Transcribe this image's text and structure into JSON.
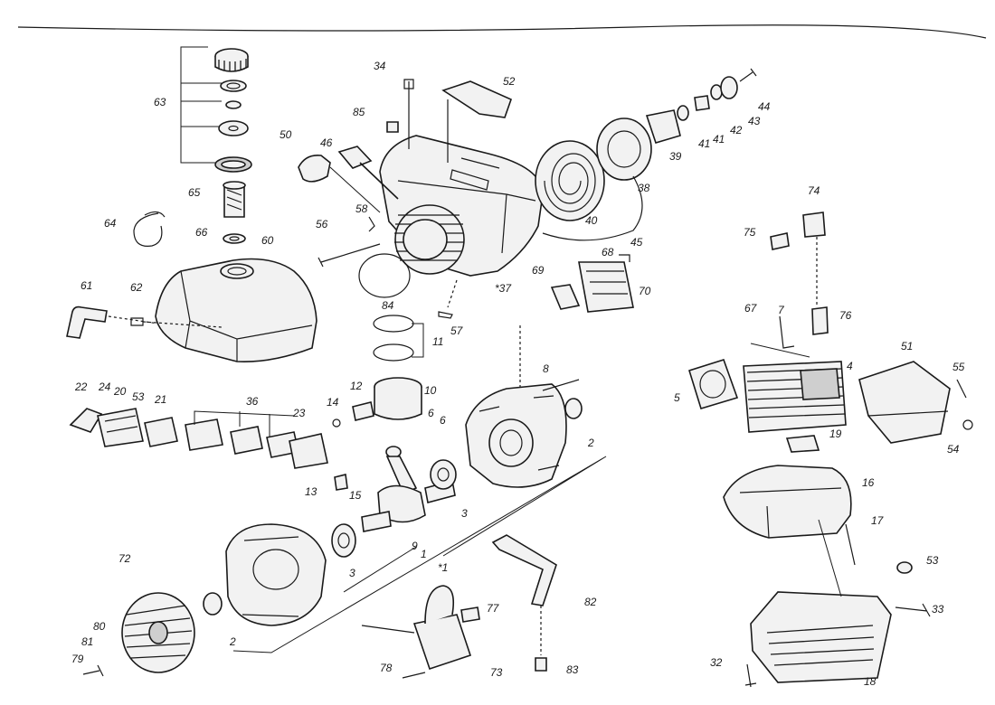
{
  "labels": [
    "1",
    "2",
    "2",
    "3",
    "3",
    "4",
    "5",
    "6",
    "7",
    "8",
    "9",
    "10",
    "11",
    "12",
    "13",
    "14",
    "15",
    "16",
    "17",
    "18",
    "19",
    "20",
    "21",
    "22",
    "23",
    "24",
    "32",
    "33",
    "34",
    "36",
    "*37",
    "38",
    "39",
    "40",
    "41",
    "41",
    "42",
    "43",
    "44",
    "45",
    "46",
    "50",
    "51",
    "52",
    "53",
    "53",
    "54",
    "55",
    "56",
    "57",
    "58",
    "60",
    "61",
    "62",
    "63",
    "64",
    "65",
    "66",
    "67",
    "68",
    "69",
    "70",
    "72",
    "73",
    "74",
    "75",
    "76",
    "77",
    "78",
    "79",
    "80",
    "81",
    "82",
    "83",
    "84",
    "85",
    "*1",
    "6"
  ]
}
